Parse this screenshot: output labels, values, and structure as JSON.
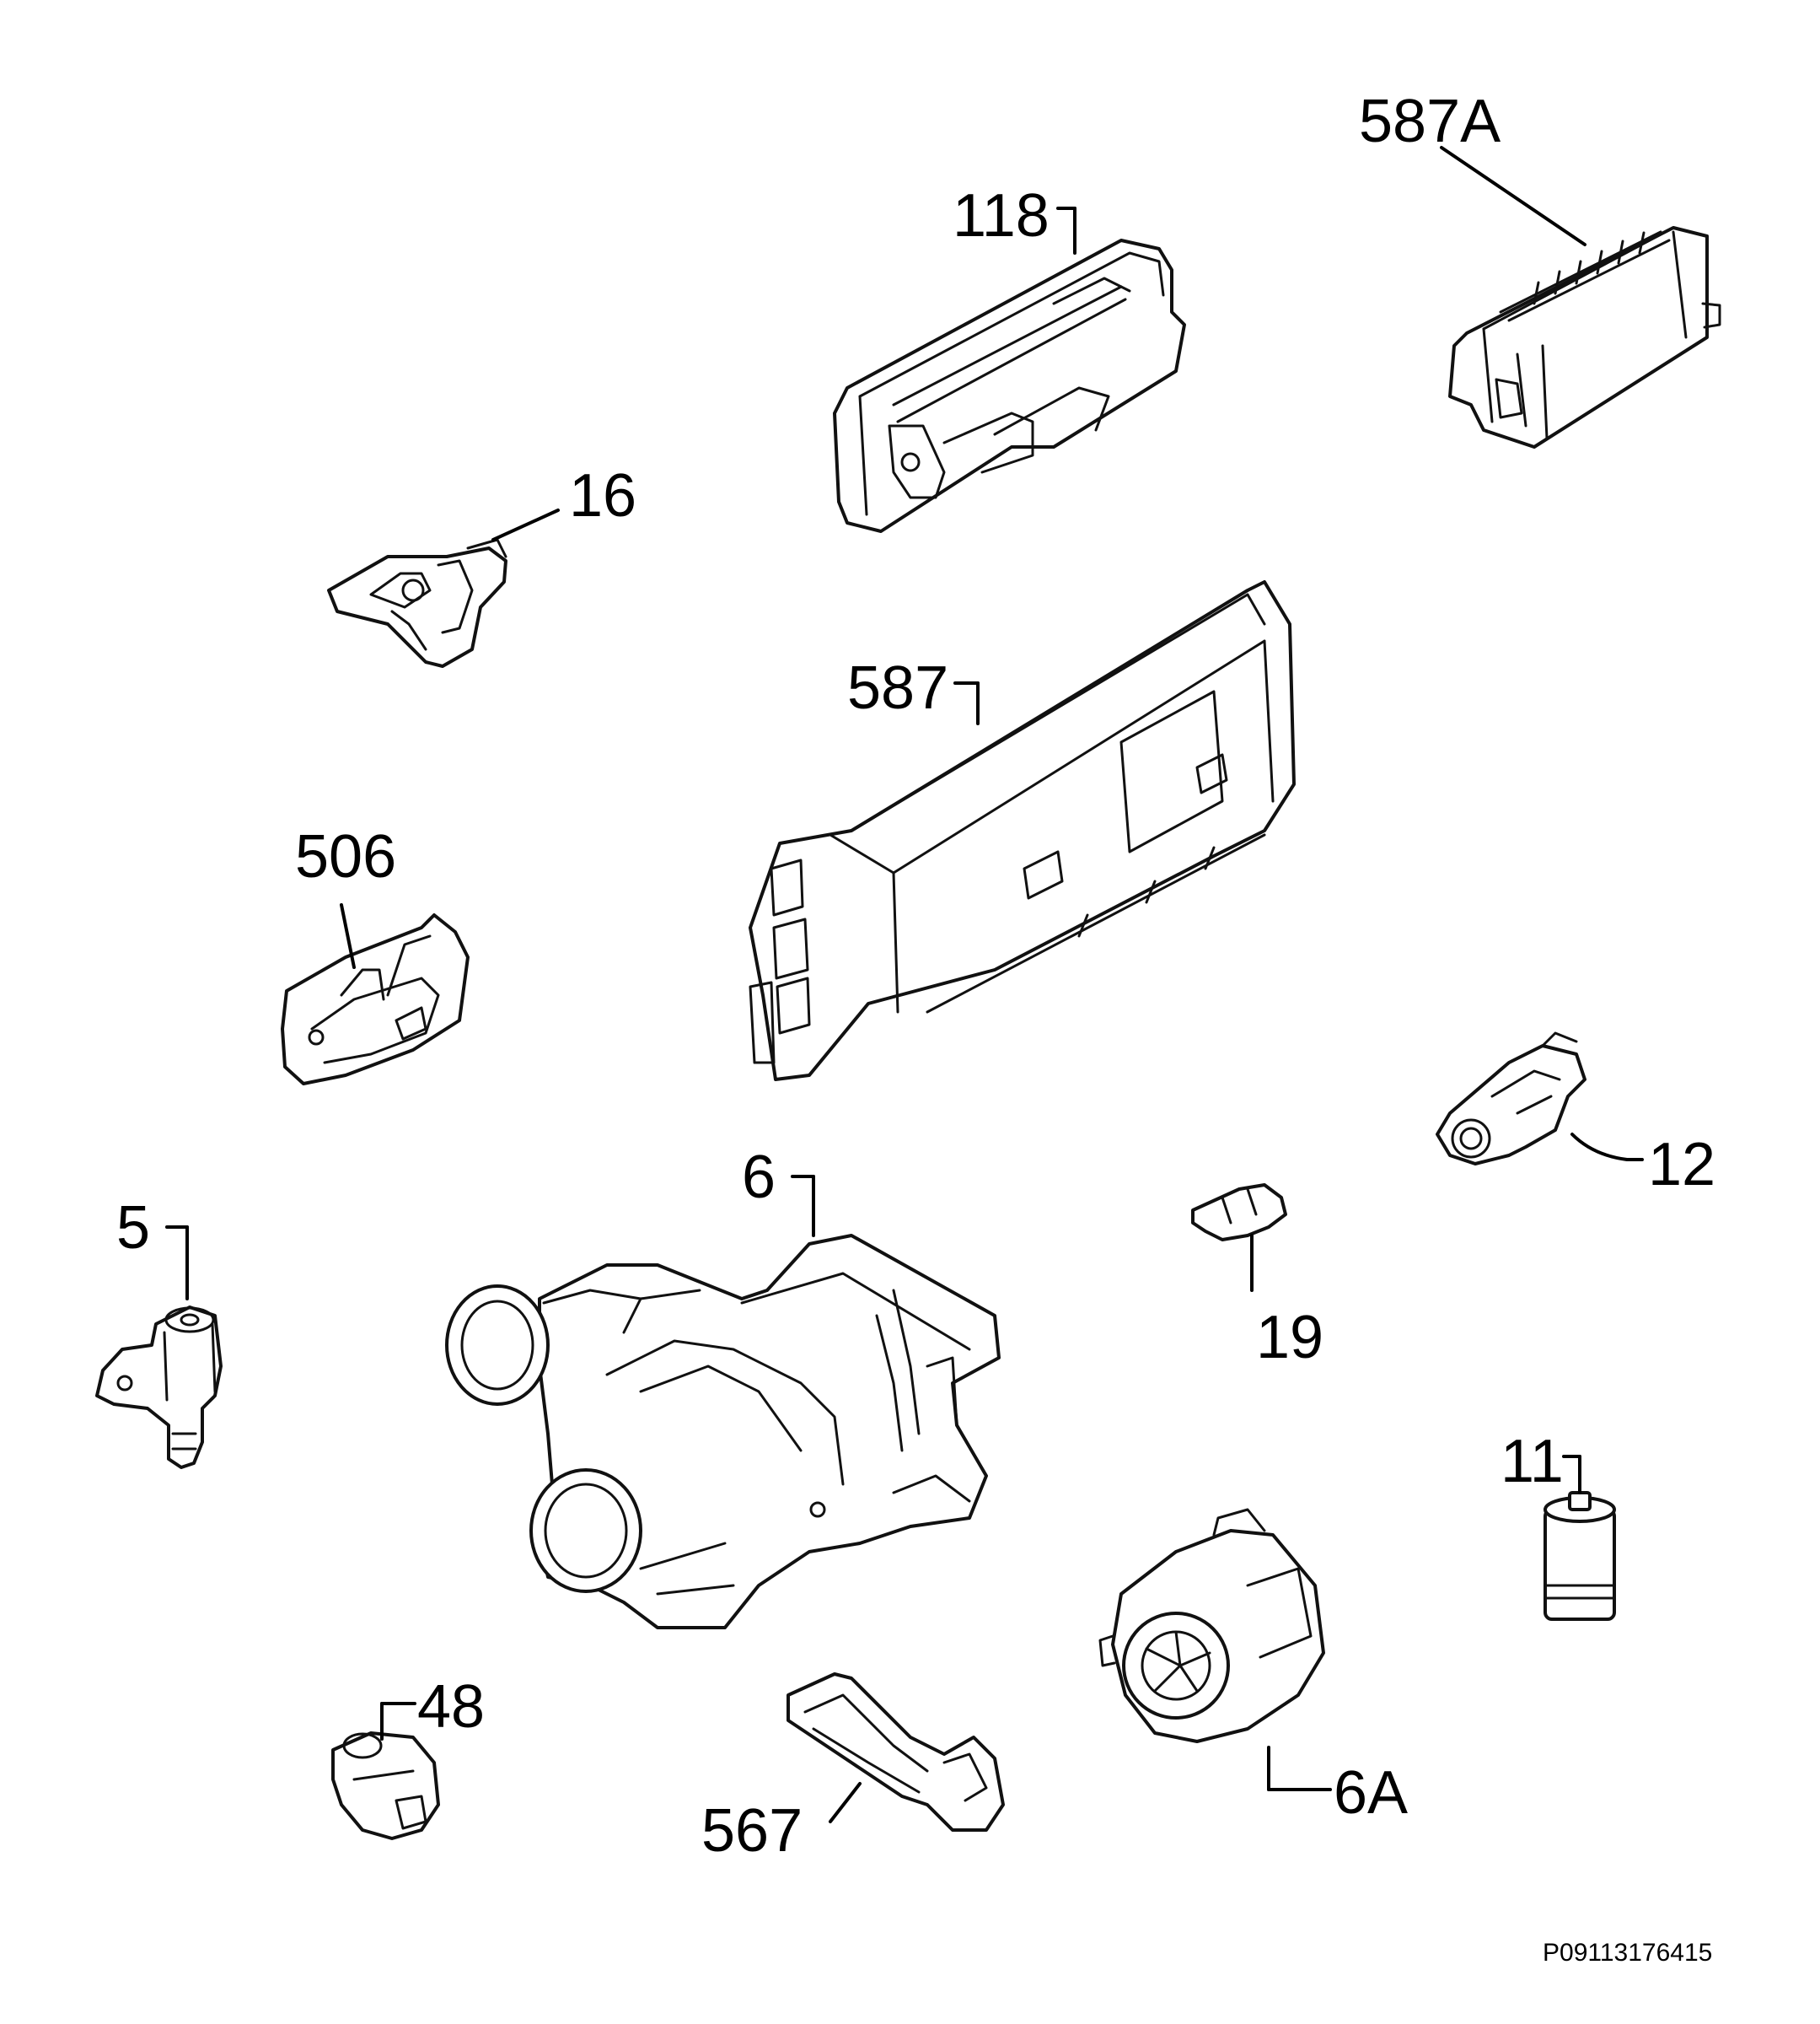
{
  "diagram": {
    "type": "exploded parts diagram",
    "colors": {
      "line": "#111111",
      "background": "#ffffff"
    },
    "labels": {
      "p587A": "587A",
      "p118": "118",
      "p16": "16",
      "p587": "587",
      "p506": "506",
      "p12": "12",
      "p6": "6",
      "p5": "5",
      "p19": "19",
      "p11": "11",
      "p48": "48",
      "p567": "567",
      "p6A": "6A"
    },
    "drawing_code": "P09113176415"
  }
}
